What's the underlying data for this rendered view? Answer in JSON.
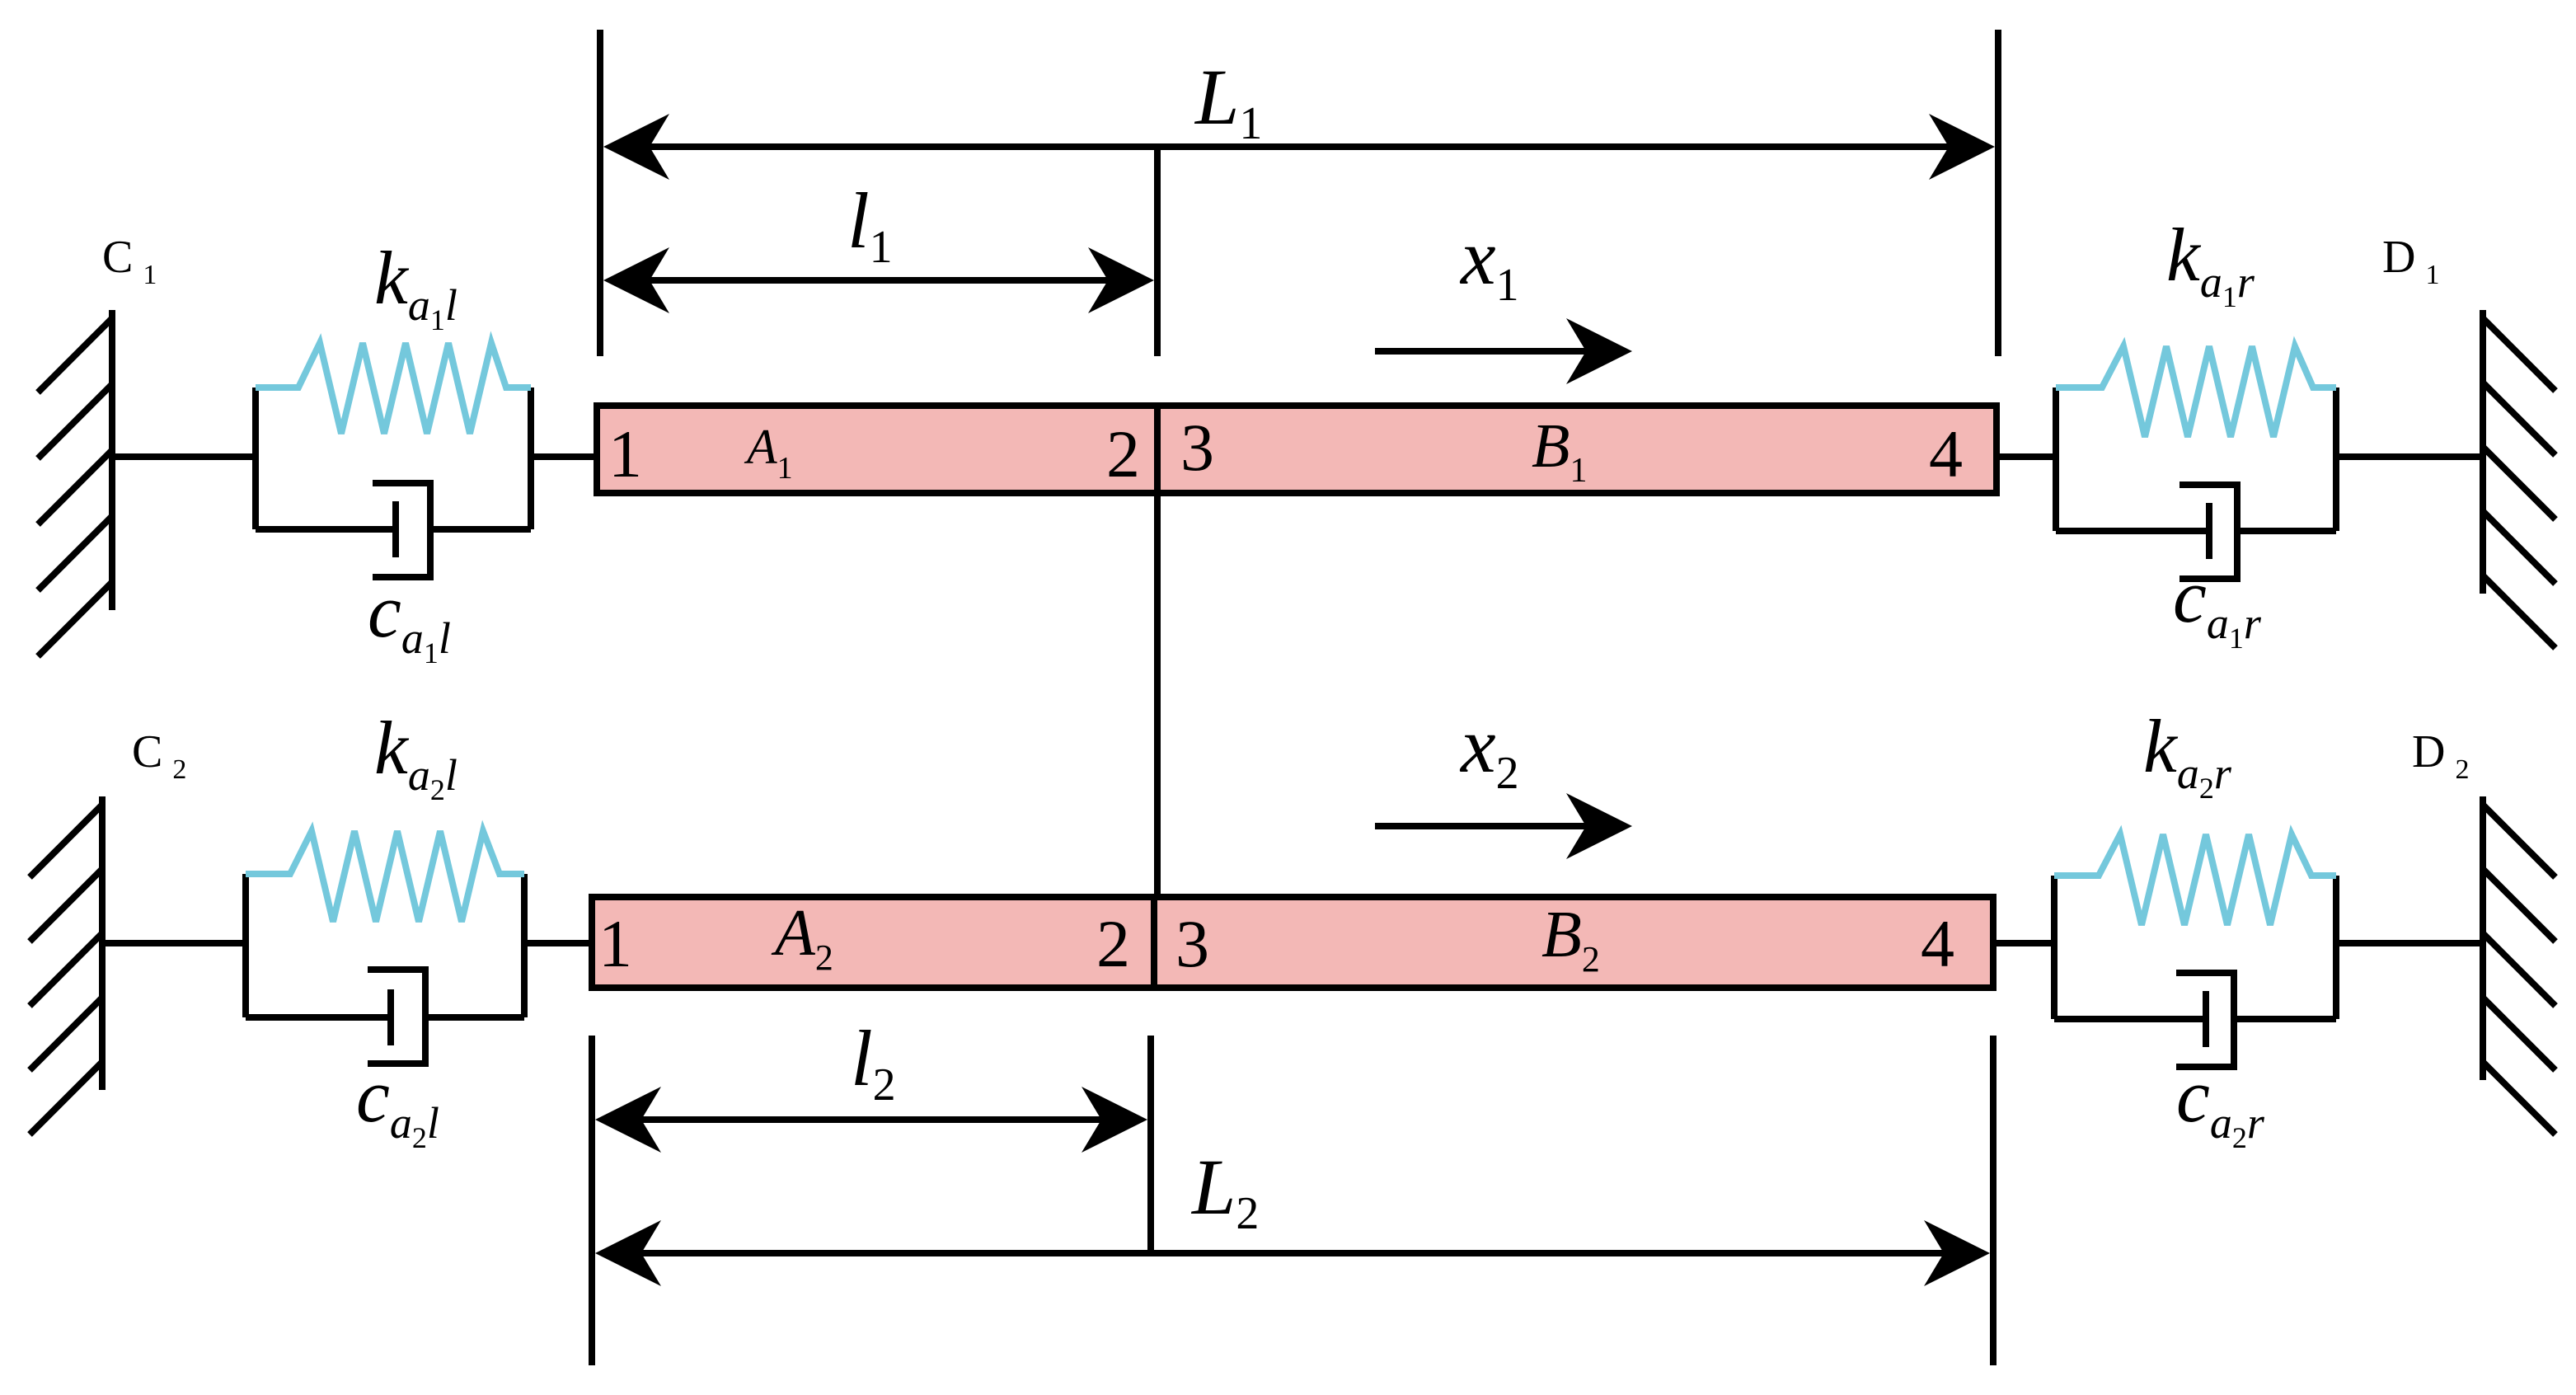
{
  "colors": {
    "line": "#000000",
    "rod_fill": "#f3b8b6",
    "spring": "#74c8dc"
  },
  "dimensions": {
    "L1": {
      "main": "L",
      "sub": "1"
    },
    "l1": {
      "main": "l",
      "sub": "1"
    },
    "l2": {
      "main": "l",
      "sub": "2"
    },
    "L2": {
      "main": "L",
      "sub": "2"
    }
  },
  "motion": {
    "x1": {
      "main": "x",
      "sub": "1"
    },
    "x2": {
      "main": "x",
      "sub": "2"
    }
  },
  "walls": {
    "c1": {
      "main": "C",
      "sub": "1"
    },
    "d1": {
      "main": "D",
      "sub": "1"
    },
    "c2": {
      "main": "C",
      "sub": "2"
    },
    "d2": {
      "main": "D",
      "sub": "2"
    }
  },
  "springs": {
    "a1l": {
      "main": "k",
      "sub": "a",
      "subsub": "1",
      "tail": "l"
    },
    "a1r": {
      "main": "k",
      "sub": "a",
      "subsub": "1",
      "tail": "r"
    },
    "a2l": {
      "main": "k",
      "sub": "a",
      "subsub": "2",
      "tail": "l"
    },
    "a2r": {
      "main": "k",
      "sub": "a",
      "subsub": "2",
      "tail": "r"
    }
  },
  "dampers": {
    "a1l": {
      "main": "c",
      "sub": "a",
      "subsub": "1",
      "tail": "l"
    },
    "a1r": {
      "main": "c",
      "sub": "a",
      "subsub": "1",
      "tail": "r"
    },
    "a2l": {
      "main": "c",
      "sub": "a",
      "subsub": "2",
      "tail": "l"
    },
    "a2r": {
      "main": "c",
      "sub": "a",
      "subsub": "2",
      "tail": "r"
    }
  },
  "rods": {
    "rod1": {
      "segA": {
        "main": "A",
        "sub": "1"
      },
      "segB": {
        "main": "B",
        "sub": "1"
      },
      "nodes": [
        "1",
        "2",
        "3",
        "4"
      ]
    },
    "rod2": {
      "segA": {
        "main": "A",
        "sub": "2"
      },
      "segB": {
        "main": "B",
        "sub": "2"
      },
      "nodes": [
        "1",
        "2",
        "3",
        "4"
      ]
    }
  }
}
